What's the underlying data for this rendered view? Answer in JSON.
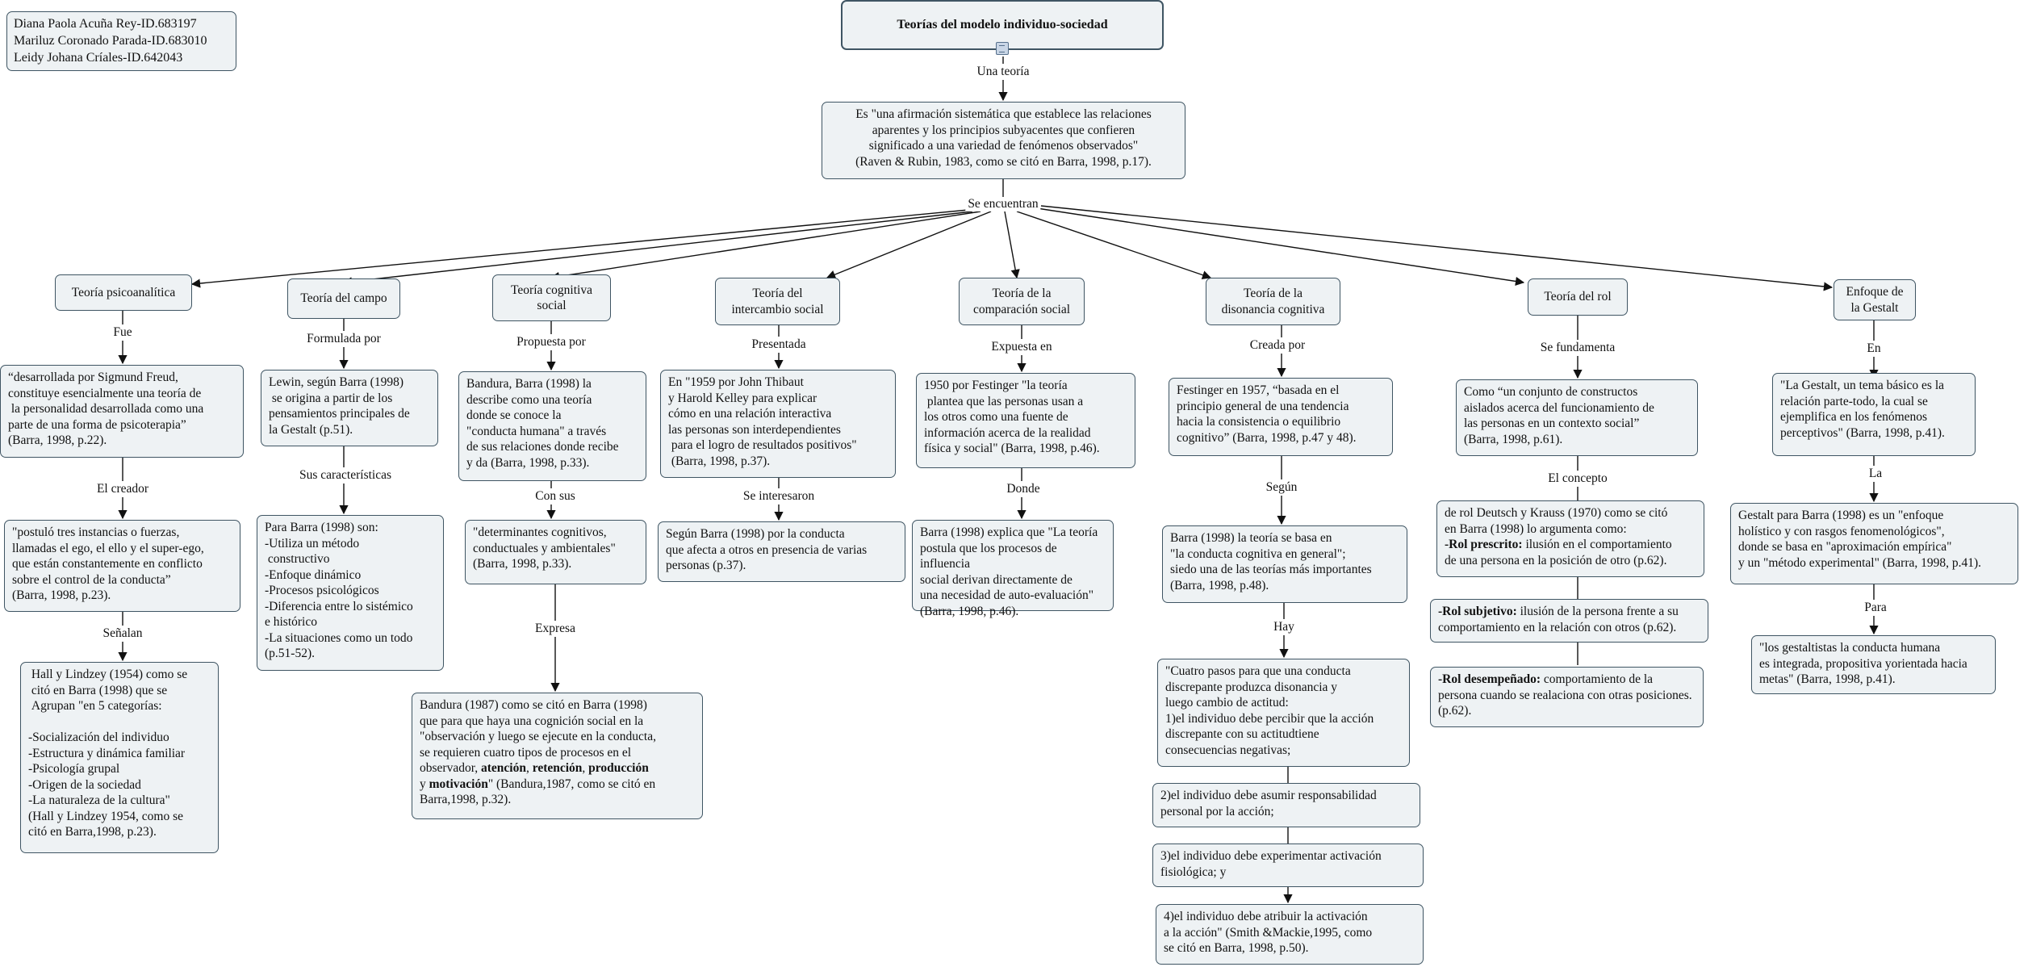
{
  "authors": [
    "Diana Paola Acuña Rey-ID.683197",
    "Mariluz Coronado Parada-ID.683010",
    "Leidy Johana Críales-ID.642043"
  ],
  "root": "Teorías del modelo individuo-sociedad",
  "root_link": "Una teoría",
  "definition": "Es \"una afirmación sistemática que establece las relaciones\naparentes y los principios subyacentes que confieren\nsignificado a una variedad de fenómenos observados\"\n(Raven & Rubin, 1983, como se citó en Barra, 1998, p.17).",
  "definition_link": "Se encuentran",
  "theories": {
    "psico": {
      "title": "Teoría psicoanalítica",
      "l1": "Fue",
      "n1": "“desarrollada por Sigmund Freud,\nconstituye esencialmente una teoría de\n la personalidad desarrollada como una\nparte de una forma de psicoterapia”\n(Barra, 1998, p.22).",
      "l2": "El creador",
      "n2": "\"postuló tres instancias o fuerzas,\nllamadas el ego, el ello y el super-ego,\nque están constantemente en conflicto\nsobre el control de la conducta”\n(Barra, 1998, p.23).",
      "l3": "Señalan",
      "n3": " Hall y Lindzey (1954) como se\n citó en Barra (1998) que se\n Agrupan \"en 5 categorías:\n\n-Socialización del individuo\n-Estructura y dinámica familiar\n-Psicología grupal\n-Origen de la sociedad\n-La naturaleza de la cultura\"\n(Hall y Lindzey 1954, como se\ncitó en Barra,1998, p.23)."
    },
    "campo": {
      "title": "Teoría del campo",
      "l1": "Formulada por",
      "n1": "Lewin, según Barra (1998)\n se origina a partir de los\npensamientos principales de\nla Gestalt (p.51).",
      "l2": "Sus características",
      "n2": "Para Barra (1998) son:\n-Utiliza un método\n constructivo\n-Enfoque dinámico\n-Procesos psicológicos\n-Diferencia entre lo sistémico\ne histórico\n-La situaciones como un todo\n(p.51-52)."
    },
    "cognitiva": {
      "title": "Teoría cognitiva\nsocial",
      "l1": "Propuesta por",
      "n1": "Bandura, Barra (1998) la\ndescribe como una teoría\ndonde se conoce la\n\"conducta humana\" a través\nde sus relaciones donde recibe\ny da (Barra, 1998, p.33).",
      "l2": "Con sus",
      "n2": "\"determinantes cognitivos,\nconductuales y ambientales\"\n(Barra, 1998, p.33).",
      "l3": "Expresa",
      "n3_a": "Bandura (1987) como se citó en Barra (1998)\nque para que haya una cognición social en la\n\"observación y luego se ejecute en la conducta,\nse requieren cuatro tipos de procesos en el\nobservador, ",
      "n3_b1": "atención",
      "n3_c1": ", ",
      "n3_b2": "retención",
      "n3_c2": ", ",
      "n3_b3": "producción",
      "n3_c3": "\ny ",
      "n3_b4": "motivación",
      "n3_d": "\" (Bandura,1987, como se citó en\nBarra,1998, p.32)."
    },
    "intercambio": {
      "title": "Teoría del\nintercambio social",
      "l1": "Presentada",
      "n1": "En \"1959 por John Thibaut\ny Harold Kelley para explicar\ncómo en una relación interactiva\nlas personas son interdependientes\n para el logro de resultados positivos\"\n (Barra, 1998, p.37).",
      "l2": "Se interesaron",
      "n2": "Según Barra (1998) por la conducta\nque afecta a otros en presencia de varias\npersonas (p.37)."
    },
    "comparacion": {
      "title": "Teoría de la\ncomparación social",
      "l1": "Expuesta en",
      "n1": "1950 por Festinger \"la teoría\n plantea que las personas usan a\nlos otros como una fuente de\ninformación acerca de la realidad\nfísica y social\" (Barra, 1998, p.46).",
      "l2": "Donde",
      "n2": "Barra (1998) explica que \"La teoría\npostula que los procesos de influencia\nsocial derivan directamente de\nuna necesidad de auto-evaluación\"\n(Barra, 1998, p.46)."
    },
    "disonancia": {
      "title": "Teoría de la\ndisonancia cognitiva",
      "l1": "Creada por",
      "n1": "Festinger en 1957, “basada en el\nprincipio general de una tendencia\nhacia la consistencia o equilibrio\ncognitivo” (Barra, 1998, p.47 y 48).",
      "l2": "Según",
      "n2": "Barra (1998) la teoría se basa en\n\"la conducta cognitiva en general\";\nsiedo una de las teorías más importantes\n(Barra, 1998, p.48).",
      "l3": "Hay",
      "n3": "\"Cuatro pasos para que una conducta\ndiscrepante produzca disonancia y\nluego cambio de actitud:\n1)el individuo debe percibir que la acción\ndiscrepante con su actitudtiene\nconsecuencias negativas;",
      "n4": "2)el individuo debe asumir responsabilidad\npersonal por la acción;",
      "n5": "3)el individuo debe experimentar activación\nfisiológica; y",
      "n6": "4)el individuo debe atribuir la activación\na la acción\" (Smith &Mackie,1995, como\nse citó en Barra, 1998, p.50)."
    },
    "rol": {
      "title": "Teoría del rol",
      "l1": "Se fundamenta",
      "n1": "Como “un conjunto de constructos\naislados acerca del funcionamiento de\nlas personas en un contexto social”\n(Barra, 1998, p.61).",
      "l2": "El concepto",
      "n2_a": "de rol Deutsch y Krauss (1970) como se citó\nen Barra (1998) lo argumenta como:\n",
      "n2_b": "-Rol prescrito:",
      "n2_c": " ilusión en el comportamiento\nde una persona en la posición de otro (p.62).",
      "n3_b": "-Rol subjetivo:",
      "n3_c": " ilusión de la persona frente a su\ncomportamiento en la relación con otros (p.62).",
      "n4_b": "-Rol desempeñado:",
      "n4_c": " comportamiento de la\npersona cuando se realaciona con otras posiciones.\n(p.62)."
    },
    "gestalt": {
      "title": "Enfoque de\nla Gestalt",
      "l1": "En",
      "n1": "\"La Gestalt, un tema básico es la\nrelación parte-todo, la cual se\nejemplifica en los fenómenos\nperceptivos\" (Barra, 1998, p.41).",
      "l2": "La",
      "n2": "Gestalt para Barra (1998) es un \"enfoque\nholístico y con rasgos fenomenológicos\",\ndonde se basa en \"aproximación empírica\"\ny un \"método experimental\" (Barra, 1998, p.41).",
      "l3": "Para",
      "n3": "\"los gestaltistas la conducta humana\nes integrada, propositiva yorientada hacia\nmetas\" (Barra, 1998, p.41)."
    }
  }
}
